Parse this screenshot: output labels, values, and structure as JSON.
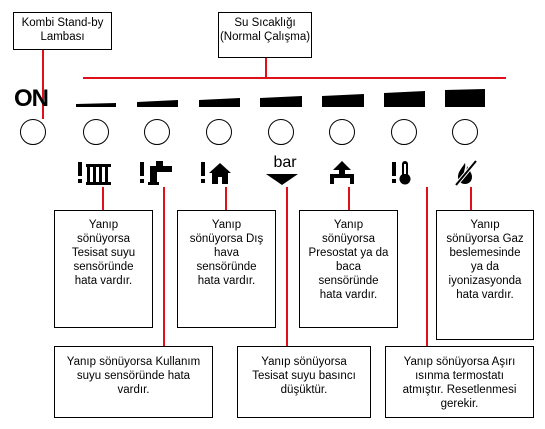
{
  "header_boxes": {
    "standby_lamp": "Kombi Stand-by Lambası",
    "water_temp": "Su Sıcaklığı (Normal Çalışma)"
  },
  "on_label": "ON",
  "icons": [
    "radiator-warning-icon",
    "faucet-warning-icon",
    "house-warning-icon",
    "pressure-bar-icon",
    "pressostat-flue-icon",
    "thermometer-warning-icon",
    "gas-flame-crossed-icon"
  ],
  "icon_text": {
    "bar": "bar"
  },
  "descriptions": {
    "heating_sensor": "Yanıp sönüyorsa Tesisat suyu sensöründe hata vardır.",
    "outdoor_sensor": "Yanıp sönüyorsa Dış hava sensöründe hata vardır.",
    "pressostat": "Yanıp sönüyorsa Presostat ya da baca sensöründe hata vardır.",
    "gas_ionization": "Yanıp sönüyorsa Gaz beslemesinde ya da iyonizasyonda hata vardır.",
    "dhw_sensor": "Yanıp sönüyorsa Kullanım suyu sensöründe hata vardır.",
    "water_pressure": "Yanıp sönüyorsa Tesisat suyu basıncı düşüktür.",
    "overheat": "Yanıp sönüyorsa Aşırı ısınma termostatı atmıştır. Resetlenmesi gerekir."
  },
  "colors": {
    "connector": "#e0101a"
  }
}
